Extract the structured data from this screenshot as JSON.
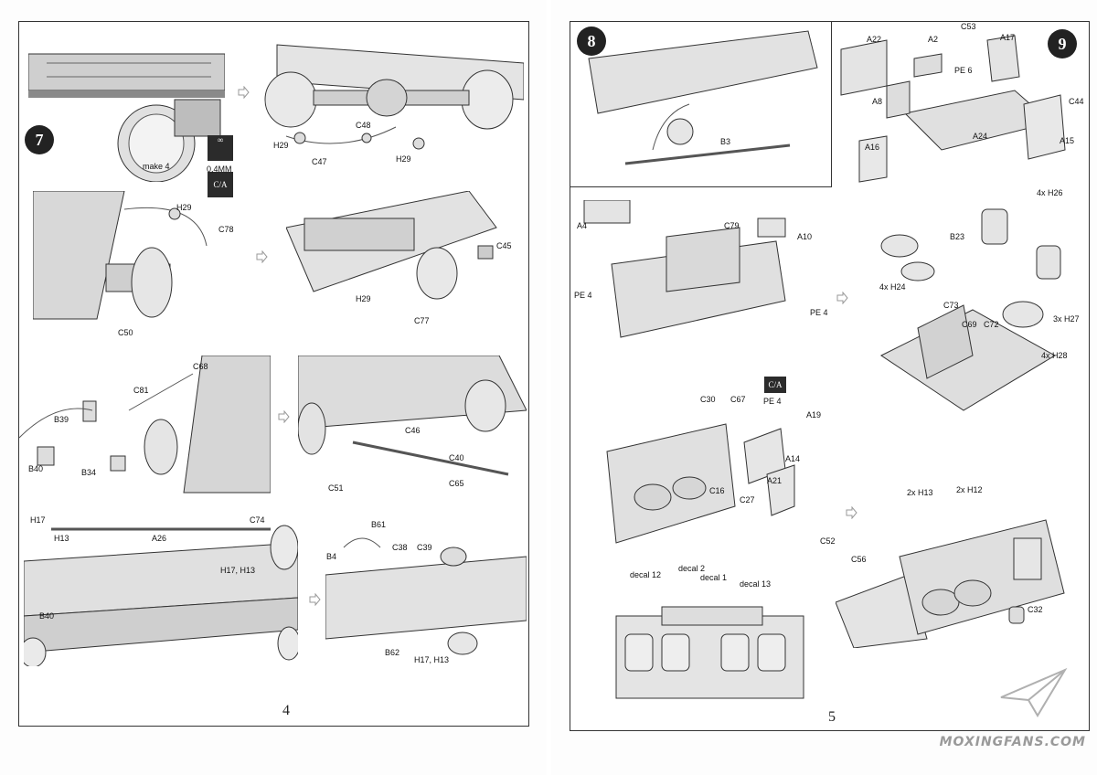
{
  "left_page": {
    "page_number": "4",
    "step": "7",
    "labels": {
      "make4": "make 4",
      "mm": "0,4MM",
      "ca": "C/A",
      "h29a": "H29",
      "c47": "C47",
      "c48": "C48",
      "h29b": "H29",
      "h29c": "H29",
      "c78": "C78",
      "c50": "C50",
      "c45": "C45",
      "h29d": "H29",
      "c77": "C77",
      "c68": "C68",
      "c81": "C81",
      "b39": "B39",
      "b40a": "B40",
      "b34": "B34",
      "c46": "C46",
      "c40": "C40",
      "c51": "C51",
      "c65": "C65",
      "h17a": "H17",
      "h13a": "H13",
      "a26": "A26",
      "c74": "C74",
      "h17h13a": "H17, H13",
      "b40b": "B40",
      "b61": "B61",
      "c38": "C38",
      "c39": "C39",
      "b4": "B4",
      "b62": "B62",
      "h17h13b": "H17, H13"
    }
  },
  "right_page": {
    "page_number": "5",
    "step8": "8",
    "step9": "9",
    "labels": {
      "b3": "B3",
      "a22": "A22",
      "a2": "A2",
      "c53": "C53",
      "a17": "A17",
      "pe6": "PE 6",
      "a8": "A8",
      "c44": "C44",
      "a24": "A24",
      "a16": "A16",
      "a15": "A15",
      "a4": "A4",
      "c79": "C79",
      "a10": "A10",
      "pe4a": "PE 4",
      "pe4b": "PE 4",
      "h26": "4x H26",
      "b23": "B23",
      "h24": "4x H24",
      "c73": "C73",
      "c69": "C69",
      "c72": "C72",
      "h27": "3x H27",
      "h28": "4x H28",
      "ca": "C/A",
      "c30": "C30",
      "c67": "C67",
      "pe4c": "PE 4",
      "a19": "A19",
      "a14": "A14",
      "a21": "A21",
      "c16": "C16",
      "c27": "C27",
      "h13": "2x H13",
      "h12": "2x H12",
      "c52": "C52",
      "c56": "C56",
      "c32": "C32",
      "decal12": "decal 12",
      "decal2": "decal 2",
      "decal1": "decal 1",
      "decal13": "decal 13"
    }
  },
  "watermark": "MOXINGFANS.COM"
}
